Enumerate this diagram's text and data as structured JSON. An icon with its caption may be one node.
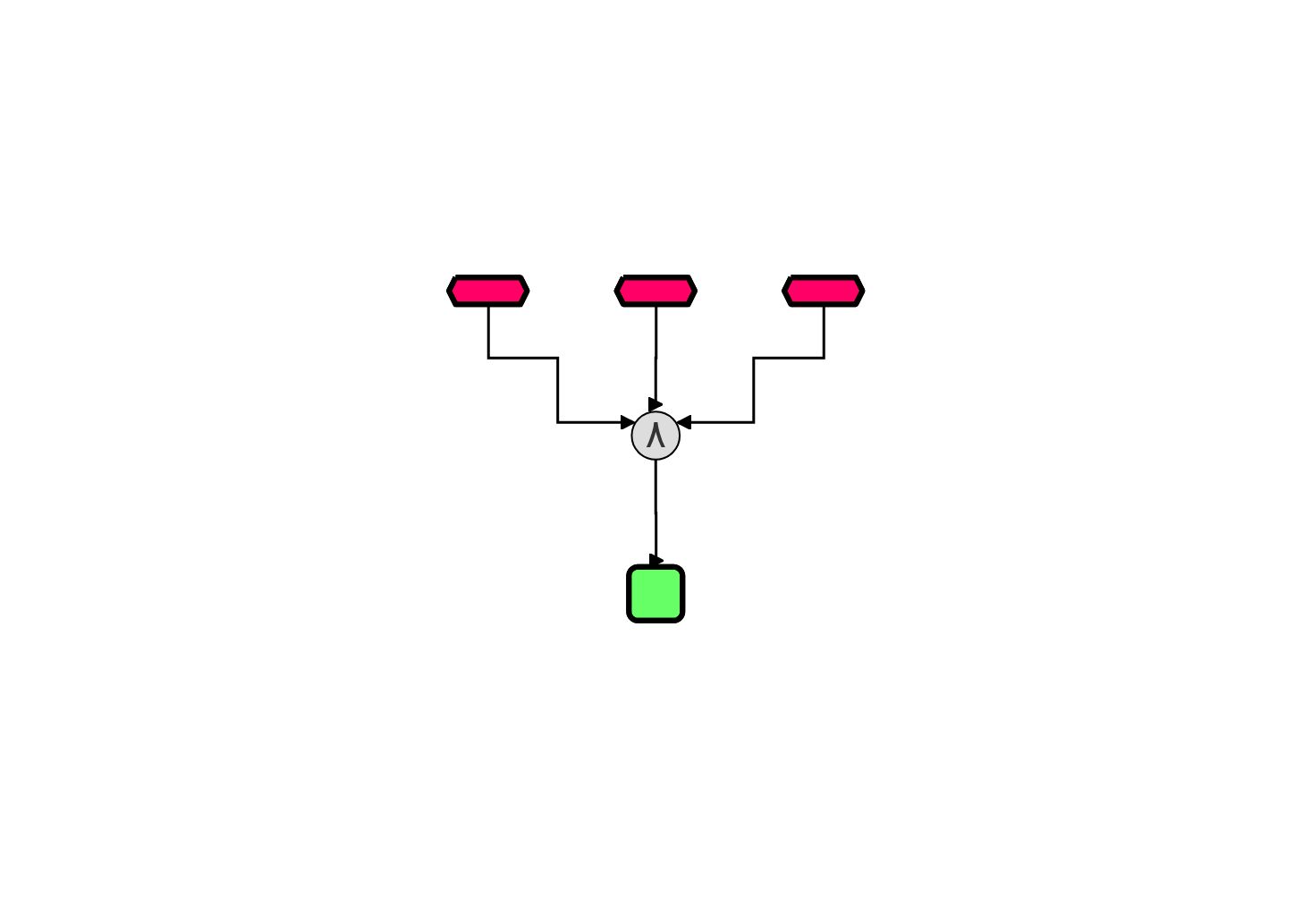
{
  "diagram": {
    "nodes": [
      {
        "text": [],
        "shape": "hexagon"
      },
      {
        "text": [],
        "shape": "hexagon"
      },
      {
        "text": [],
        "shape": "hexagon"
      },
      {
        "text": [
          "٨"
        ]
      },
      {
        "text": [],
        "shape": "box"
      }
    ],
    "edges": [
      {
        "from": 0,
        "to": 3,
        "arrow": "to"
      },
      {
        "from": 1,
        "to": 3,
        "arrow": "to"
      },
      {
        "from": 2,
        "to": 3,
        "arrow": "to"
      },
      {
        "from": 3,
        "to": 4,
        "arrow": "to"
      }
    ]
  }
}
